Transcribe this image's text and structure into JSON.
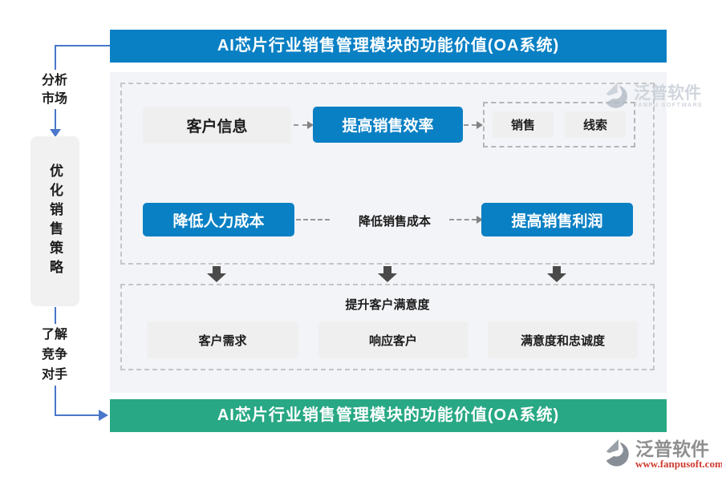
{
  "banners": {
    "top": "AI芯片行业销售管理模块的功能价值(OA系统)",
    "bottom": "AI芯片行业销售管理模块的功能价值(OA系统)"
  },
  "left_flow": {
    "analyze_lines": [
      "分析",
      "市场"
    ],
    "strategy_box": "优化销售策略",
    "compete_lines": [
      "了解",
      "竞争",
      "对手"
    ]
  },
  "diagram": {
    "row1": {
      "source": "客户信息",
      "effect": "提高销售效率",
      "group_items": [
        "销售",
        "线索"
      ]
    },
    "row2": {
      "left": "降低人力成本",
      "middle": "降低销售成本",
      "right": "提高销售利润"
    },
    "row3": {
      "title": "提升客户满意度",
      "items": [
        "客户需求",
        "响应客户",
        "满意度和忠诚度"
      ]
    }
  },
  "watermarks": {
    "top": {
      "brand": "泛普软件",
      "subtitle": "FANPU SOFTWARE"
    },
    "bottom": {
      "brand": "泛普软件",
      "url": "www.fanpusoft.com"
    }
  },
  "colors": {
    "banner_blue": "#0a80c4",
    "banner_green": "#28a884",
    "connector_blue": "#4a77c9",
    "box_gray": "#efefef",
    "panel_bg": "#f3f4f7",
    "arrow_dark": "#4a4a4a",
    "url_red": "#cf3a30"
  }
}
